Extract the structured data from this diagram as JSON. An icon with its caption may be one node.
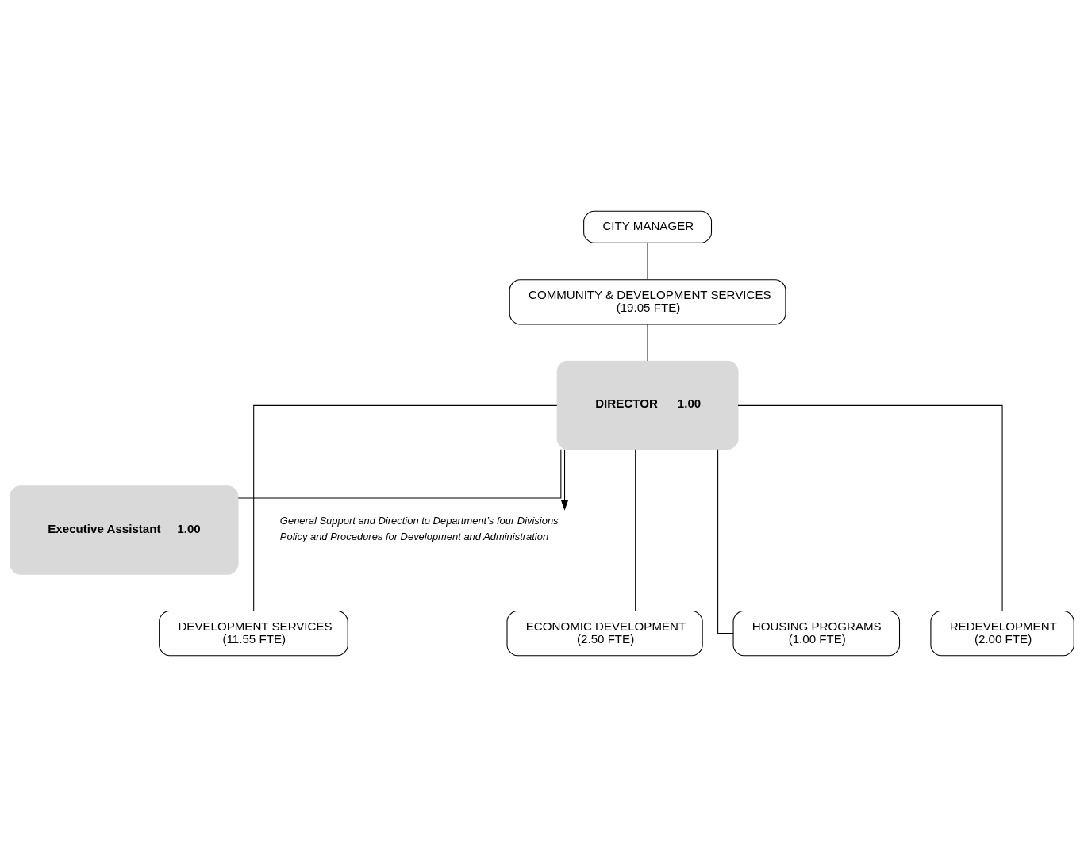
{
  "diagram": {
    "nodes": [
      {
        "text": [
          "CITY MANAGER"
        ]
      },
      {
        "text": [
          "COMMUNITY & DEVELOPMENT SERVICES",
          "(19.05 FTE)"
        ]
      },
      {
        "text": [
          "DIRECTOR",
          "1.00"
        ]
      },
      {
        "text": [
          "Executive Assistant",
          "1.00"
        ]
      },
      {
        "text": [
          "General Support and Direction to Department’s four Divisions",
          "Policy and Procedures for Development and Administration"
        ]
      },
      {
        "text": [
          "DEVELOPMENT SERVICES",
          "(11.55 FTE)"
        ]
      },
      {
        "text": [
          "ECONOMIC DEVELOPMENT",
          "(2.50 FTE)"
        ]
      },
      {
        "text": [
          "HOUSING PROGRAMS",
          "(1.00 FTE)"
        ]
      },
      {
        "text": [
          "REDEVELOPMENT",
          "(2.00 FTE)"
        ]
      }
    ],
    "edges": [
      {
        "from": 0,
        "to": 1,
        "arrow": "none"
      },
      {
        "from": 1,
        "to": 2,
        "arrow": "none"
      },
      {
        "from": 2,
        "to": 3,
        "arrow": "none"
      },
      {
        "from": 2,
        "to": 4,
        "arrow": "to"
      },
      {
        "from": 2,
        "to": 5,
        "arrow": "none"
      },
      {
        "from": 2,
        "to": 6,
        "arrow": "none"
      },
      {
        "from": 2,
        "to": 7,
        "arrow": "none"
      },
      {
        "from": 2,
        "to": 8,
        "arrow": "none"
      }
    ]
  }
}
